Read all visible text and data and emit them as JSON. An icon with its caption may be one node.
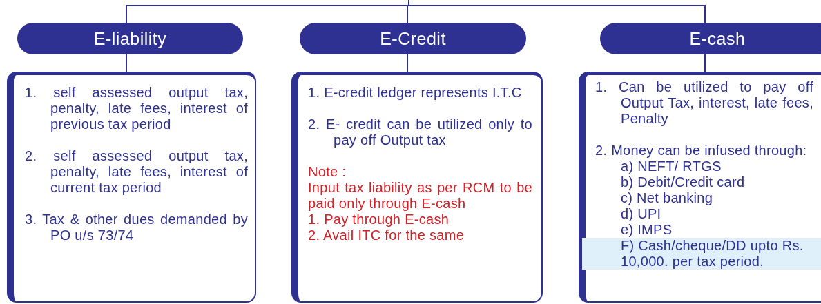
{
  "diagram": {
    "nodes": [
      {
        "text": [
          "E-liability"
        ]
      },
      {
        "text": [
          "1. self assessed output tax, penalty, late fees, interest of previous tax period",
          "2. self assessed output tax, penalty, late fees, interest of current tax period",
          "3. Tax & other dues demanded by PO u/s 73/74"
        ]
      },
      {
        "text": [
          "E-Credit"
        ]
      },
      {
        "text": [
          "1. E-credit ledger represents I.T.C",
          "2. E- credit can be utilized only to pay off Output tax",
          "Note :",
          "Input tax liability as per RCM to be paid only through E-cash",
          "1. Pay through E-cash",
          "2. Avail ITC for the same"
        ]
      },
      {
        "text": [
          "E-cash"
        ]
      },
      {
        "text": [
          "1. Can be utilized to pay off Output Tax, interest, late fees, Penalty",
          "2. Money can be infused through:",
          "a) NEFT/ RTGS",
          "b) Debit/Credit card",
          "c) Net banking",
          "d) UPI",
          "e) IMPS",
          "F) Cash/cheque/DD upto Rs. 10,000. per tax period."
        ]
      }
    ],
    "edges": [
      {
        "from": null,
        "to": 0,
        "arrow": "none"
      },
      {
        "from": null,
        "to": 2,
        "arrow": "none"
      },
      {
        "from": null,
        "to": 4,
        "arrow": "none"
      },
      {
        "from": 0,
        "to": 1,
        "arrow": "none"
      },
      {
        "from": 2,
        "to": 3,
        "arrow": "none"
      },
      {
        "from": 4,
        "to": 5,
        "arrow": "none"
      }
    ]
  }
}
